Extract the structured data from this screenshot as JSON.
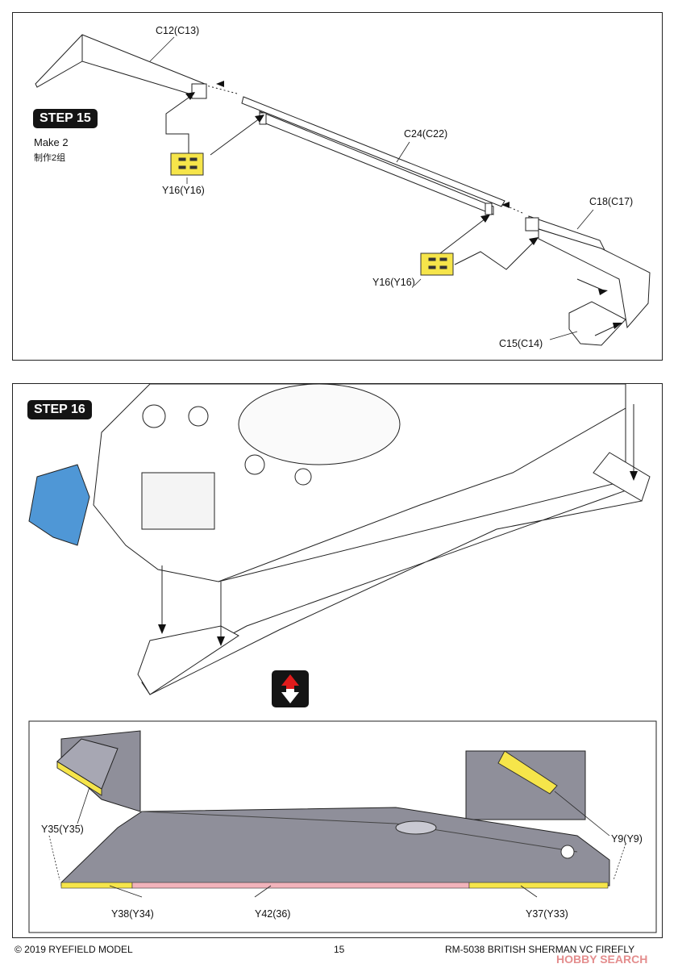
{
  "step15": {
    "badge": "STEP 15",
    "make_line1": "Make 2",
    "make_line2": "制作2组",
    "labels": {
      "c12": "C12(C13)",
      "c24": "C24(C22)",
      "c18": "C18(C17)",
      "c15": "C15(C14)",
      "y16_a": "Y16(Y16)",
      "y16_b": "Y16(Y16)"
    }
  },
  "step16": {
    "badge": "STEP 16",
    "labels": {
      "y35": "Y35(Y35)",
      "y9": "Y9(Y9)",
      "y38": "Y38(Y34)",
      "y42": "Y42(36)",
      "y37": "Y37(Y33)"
    }
  },
  "footer": {
    "copyright": "© 2019 RYEFIELD MODEL",
    "page": "15",
    "title": "RM-5038 BRITISH SHERMAN VC FIREFLY",
    "watermark": "HOBBY SEARCH"
  },
  "colors": {
    "yellow_pe": "#f6e54a",
    "blue_part": "#4f97d6",
    "pink_part": "#f2b3bb",
    "hull_grey": "#8f8f9a"
  }
}
